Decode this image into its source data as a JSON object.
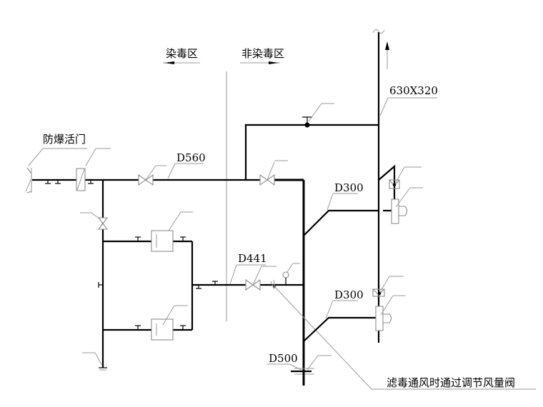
{
  "diagram": {
    "zones": {
      "contaminated": "染毒区",
      "clean": "非染毒区"
    },
    "labels": {
      "explosion_valve": "防爆活门",
      "main_duct": "D560",
      "riser_duct": "630X320",
      "branch_upper": "D300",
      "branch_lower": "D300",
      "filter_duct": "D441",
      "bottom_duct": "D500",
      "note": "滤毒通风时通过调节风量阀"
    },
    "symbols": [
      "explosion-proof-valve",
      "expansion-chamber",
      "butterfly-valve",
      "filter-unit",
      "flow-regulating-valve",
      "gauge",
      "fan",
      "check-valve",
      "drain"
    ]
  }
}
